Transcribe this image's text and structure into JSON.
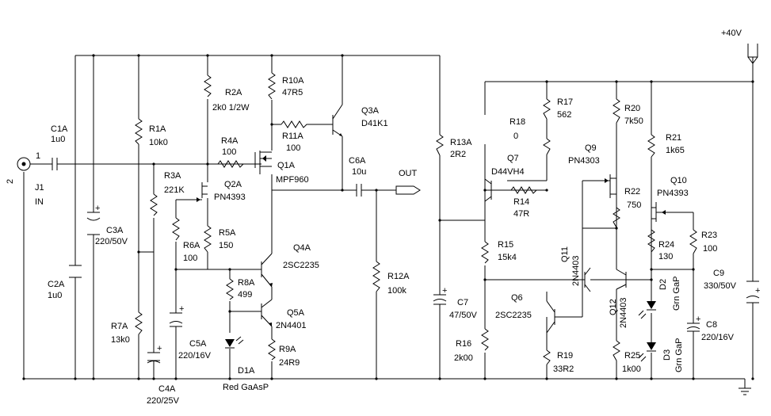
{
  "supply": "+40V",
  "input": {
    "pin1": "1",
    "pin2": "2",
    "name": "J1",
    "label": "IN"
  },
  "output_label": "OUT",
  "components": {
    "C1A": {
      "ref": "C1A",
      "value": "1u0"
    },
    "C2A": {
      "ref": "C2A",
      "value": "1u0"
    },
    "C3A": {
      "ref": "C3A",
      "value": "220/50V"
    },
    "C4A": {
      "ref": "C4A",
      "value": "220/25V"
    },
    "C5A": {
      "ref": "C5A",
      "value": "220/16V"
    },
    "C6A": {
      "ref": "C6A",
      "value": "10u"
    },
    "C7": {
      "ref": "C7",
      "value": "47/50V"
    },
    "C8": {
      "ref": "C8",
      "value": "220/16V"
    },
    "C9": {
      "ref": "C9",
      "value": "330/50V"
    },
    "R1A": {
      "ref": "R1A",
      "value": "10k0"
    },
    "R2A": {
      "ref": "R2A",
      "value": "2k0 1/2W"
    },
    "R3A": {
      "ref": "R3A",
      "value": "221K"
    },
    "R4A": {
      "ref": "R4A",
      "value": "100"
    },
    "R5A": {
      "ref": "R5A",
      "value": "150"
    },
    "R6A": {
      "ref": "R6A",
      "value": "100"
    },
    "R7A": {
      "ref": "R7A",
      "value": "13k0"
    },
    "R8A": {
      "ref": "R8A",
      "value": "499"
    },
    "R9A": {
      "ref": "R9A",
      "value": "24R9"
    },
    "R10A": {
      "ref": "R10A",
      "value": "47R5"
    },
    "R11A": {
      "ref": "R11A",
      "value": "100"
    },
    "R12A": {
      "ref": "R12A",
      "value": "100k"
    },
    "R13A": {
      "ref": "R13A",
      "value": "2R2"
    },
    "R14": {
      "ref": "R14",
      "value": "47R"
    },
    "R15": {
      "ref": "R15",
      "value": "15k4"
    },
    "R16": {
      "ref": "R16",
      "value": "2k00"
    },
    "R17": {
      "ref": "R17",
      "value": "562"
    },
    "R18": {
      "ref": "R18",
      "value": "0"
    },
    "R19": {
      "ref": "R19",
      "value": "33R2"
    },
    "R20": {
      "ref": "R20",
      "value": "7k50"
    },
    "R21": {
      "ref": "R21",
      "value": "1k65"
    },
    "R22": {
      "ref": "R22",
      "value": "750"
    },
    "R23": {
      "ref": "R23",
      "value": "100"
    },
    "R24": {
      "ref": "R24",
      "value": "130"
    },
    "R25": {
      "ref": "R25",
      "value": "1k00"
    },
    "Q1A": {
      "ref": "Q1A",
      "value": "MPF960"
    },
    "Q2A": {
      "ref": "Q2A",
      "value": "PN4393"
    },
    "Q3A": {
      "ref": "Q3A",
      "value": "D41K1"
    },
    "Q4A": {
      "ref": "Q4A",
      "value": "2SC2235"
    },
    "Q5A": {
      "ref": "Q5A",
      "value": "2N4401"
    },
    "Q6": {
      "ref": "Q6",
      "value": "2SC2235"
    },
    "Q7": {
      "ref": "Q7",
      "value": "D44VH4"
    },
    "Q9": {
      "ref": "Q9",
      "value": "PN4303"
    },
    "Q10": {
      "ref": "Q10",
      "value": "PN4393"
    },
    "Q11": {
      "ref": "Q11",
      "value": "2N4403"
    },
    "Q12": {
      "ref": "Q12",
      "value": "2N4403"
    },
    "D1A": {
      "ref": "D1A",
      "value": "Red GaAsP"
    },
    "D2": {
      "ref": "D2",
      "value": "Grn GaP"
    },
    "D3": {
      "ref": "D3",
      "value": "Grn GaP"
    }
  }
}
